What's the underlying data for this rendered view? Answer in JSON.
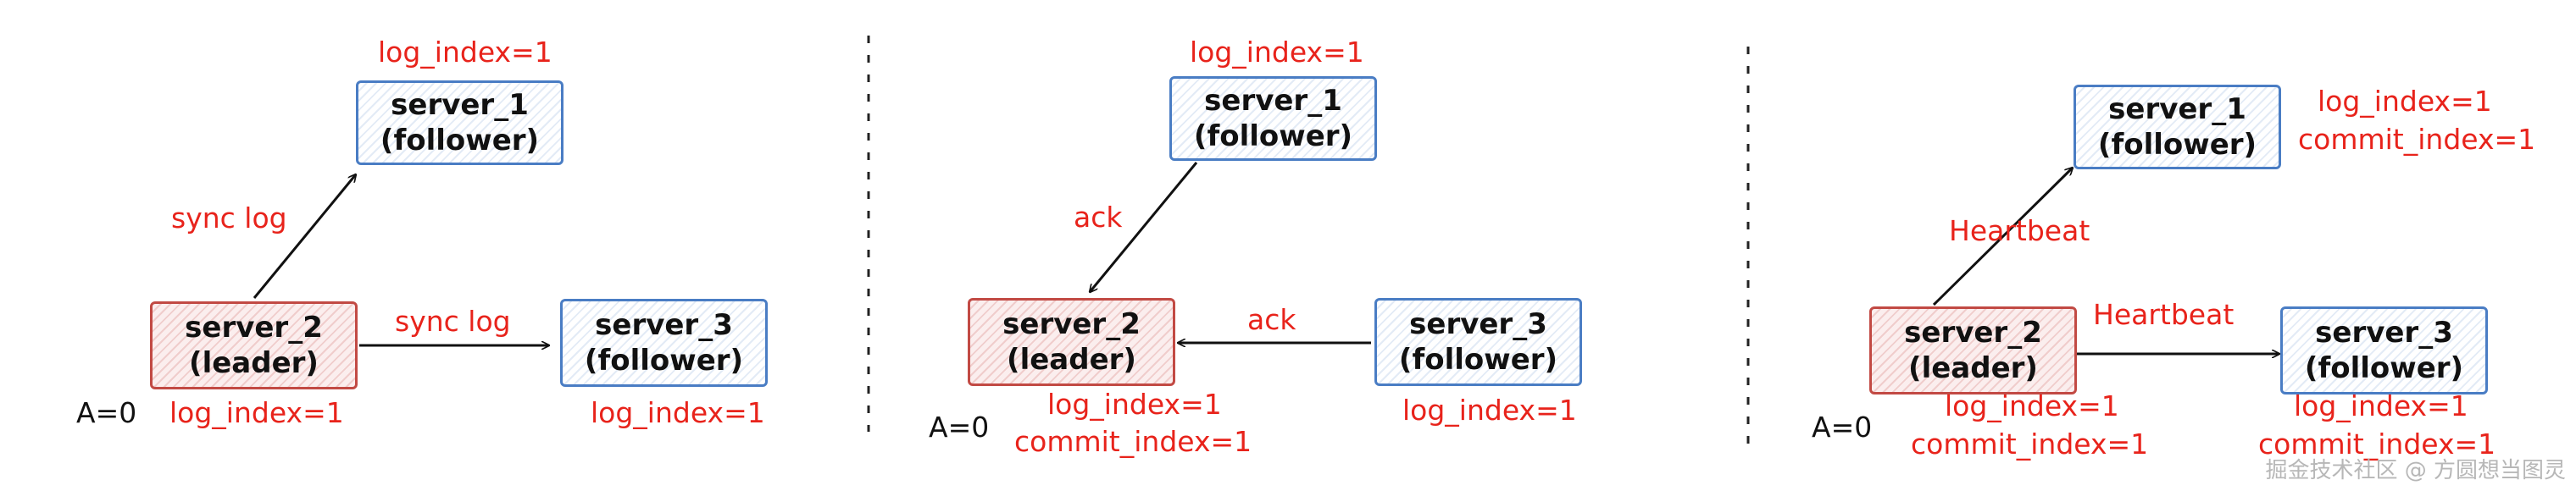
{
  "panel1": {
    "server1": {
      "name": "server_1",
      "role": "(follower)"
    },
    "server2": {
      "name": "server_2",
      "role": "(leader)"
    },
    "server3": {
      "name": "server_3",
      "role": "(follower)"
    },
    "server1_log": "log_index=1",
    "sync_log_up": "sync log",
    "sync_log_right": "sync log",
    "leader_state": "A=0",
    "leader_log": "log_index=1",
    "server3_log": "log_index=1"
  },
  "panel2": {
    "server1": {
      "name": "server_1",
      "role": "(follower)"
    },
    "server2": {
      "name": "server_2",
      "role": "(leader)"
    },
    "server3": {
      "name": "server_3",
      "role": "(follower)"
    },
    "server1_log": "log_index=1",
    "ack_diag": "ack",
    "ack_horiz": "ack",
    "leader_state": "A=0",
    "leader_log": "log_index=1",
    "leader_commit": "commit_index=1",
    "server3_log": "log_index=1"
  },
  "panel3": {
    "server1": {
      "name": "server_1",
      "role": "(follower)"
    },
    "server2": {
      "name": "server_2",
      "role": "(leader)"
    },
    "server3": {
      "name": "server_3",
      "role": "(follower)"
    },
    "server1_log": "log_index=1",
    "server1_commit": "commit_index=1",
    "heartbeat_up": "Heartbeat",
    "heartbeat_right": "Heartbeat",
    "leader_state": "A=0",
    "leader_log": "log_index=1",
    "leader_commit": "commit_index=1",
    "server3_log": "log_index=1",
    "server3_commit": "commit_index=1"
  },
  "watermark": "掘金技术社区 @ 方圆想当图灵",
  "colors": {
    "follower_border": "#4a7dc4",
    "leader_border": "#c24a44",
    "annotation_text": "#e8231b"
  }
}
